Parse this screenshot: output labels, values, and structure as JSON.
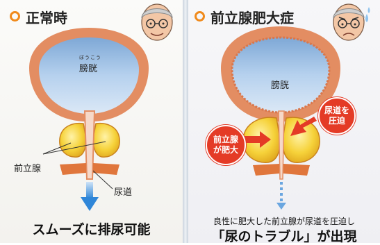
{
  "left_panel": {
    "title": "正常時",
    "bladder_ruby": "ぼうこう",
    "bladder_label": "膀胱",
    "prostate_label": "前立腺",
    "urethra_label": "尿道",
    "caption": "スムーズに排尿可能"
  },
  "right_panel": {
    "title": "前立腺肥大症",
    "bladder_label": "膀胱",
    "bubble_urethra": "尿道を\n圧迫",
    "bubble_prostate": "前立腺\nが肥大",
    "caption_line1": "良性に肥大した前立腺が尿道を圧迫し",
    "caption_line2": "「尿のトラブル」が出現"
  },
  "colors": {
    "bladder_outer": "#e38d62",
    "bladder_inner": "#aac8e8",
    "prostate": "#f2c92d",
    "muscle": "#e0763c",
    "flow_arrow": "#2f86d8",
    "highlight": "#e43b26",
    "title_bullet": "#f08a1c"
  },
  "icons": [
    "elderly-man-normal-icon",
    "elderly-man-worried-icon",
    "flow-arrow-icon",
    "pressure-arrow-icon"
  ]
}
